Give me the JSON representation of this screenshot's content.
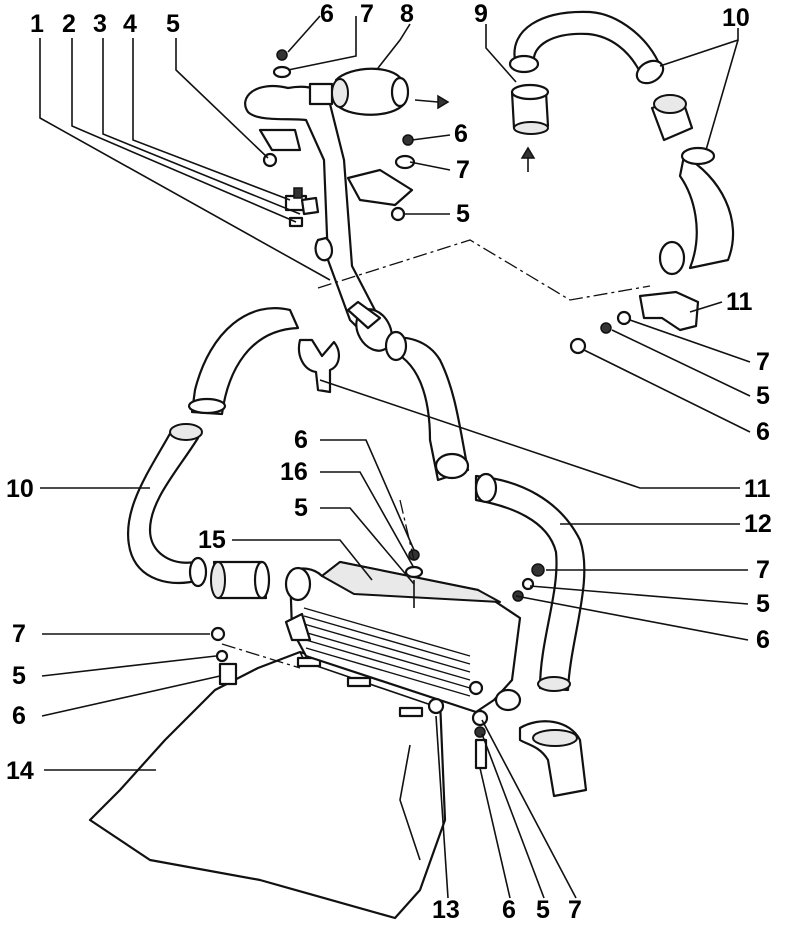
{
  "callouts": {
    "c1": "1",
    "c2": "2",
    "c3": "3",
    "c4": "4",
    "c5_top": "5",
    "c6_top": "6",
    "c7_top": "7",
    "c8": "8",
    "c9": "9",
    "c10_top": "10",
    "c6_b": "6",
    "c7_b": "7",
    "c5_b": "5",
    "c11_r": "11",
    "c7_r": "7",
    "c5_r": "5",
    "c6_r": "6",
    "c10_left": "10",
    "c11_mid": "11",
    "c12": "12",
    "c6_mid": "6",
    "c16": "16",
    "c5_mid": "5",
    "c15": "15",
    "c7_mid_r": "7",
    "c5_mid_r": "5",
    "c6_mid_r": "6",
    "c7_left": "7",
    "c5_left": "5",
    "c6_left": "6",
    "c14": "14",
    "c13": "13",
    "c6_bot": "6",
    "c5_bot": "5",
    "c7_bot": "7"
  }
}
